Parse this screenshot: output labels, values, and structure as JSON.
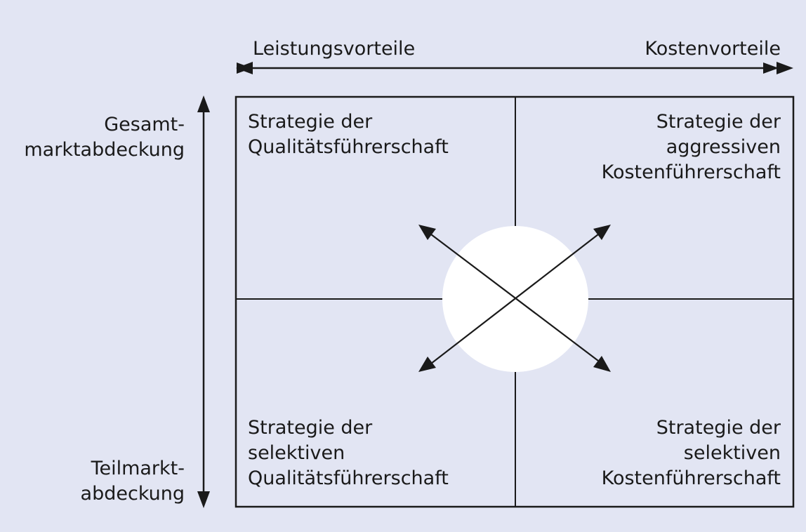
{
  "axes": {
    "horizontal_left": "Leistungsvorteile",
    "horizontal_right": "Kostenvorteile",
    "vertical_top": [
      "Gesamt-",
      "marktabdeckung"
    ],
    "vertical_bottom": [
      "Teilmarkt-",
      "abdeckung"
    ]
  },
  "quadrants": {
    "top_left": [
      "Strategie der",
      "Qualitätsführerschaft"
    ],
    "top_right": [
      "Strategie der",
      "aggressiven",
      "Kostenführerschaft"
    ],
    "bottom_left": [
      "Strategie der",
      "selektiven",
      "Qualitätsführerschaft"
    ],
    "bottom_right": [
      "Strategie der",
      "selektiven",
      "Kostenführerschaft"
    ]
  },
  "colors": {
    "background": "#e2e5f3",
    "lines": "#1a1a1a",
    "center_circle": "#ffffff"
  }
}
